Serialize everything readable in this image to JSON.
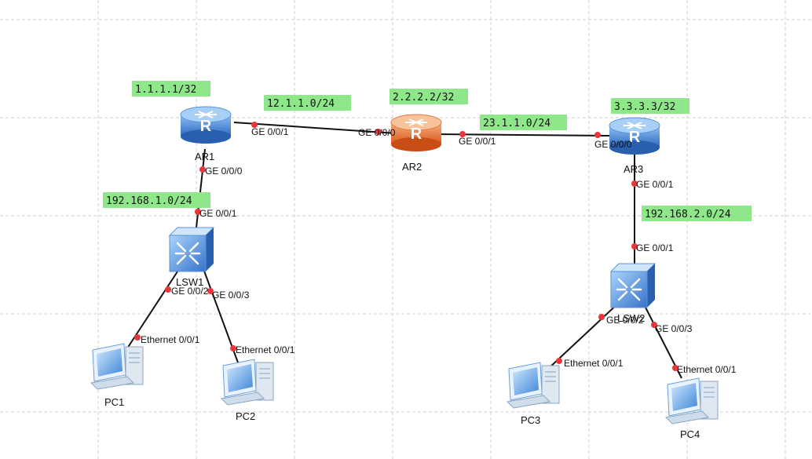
{
  "colors": {
    "grid": "#cfcfcf",
    "link": "#111111",
    "port_dot": "#e8363a",
    "label_bg": "#8ee88a",
    "router_blue": "#3a78cf",
    "router_orange": "#e8702c",
    "switch_blue": "#3a78cf",
    "pc_blue": "#4b8fd8"
  },
  "devices": {
    "ar1": {
      "label": "AR1",
      "type": "router",
      "variant": "blue"
    },
    "ar2": {
      "label": "AR2",
      "type": "router",
      "variant": "orange"
    },
    "ar3": {
      "label": "AR3",
      "type": "router",
      "variant": "blue"
    },
    "lsw1": {
      "label": "LSW1",
      "type": "switch"
    },
    "lsw2": {
      "label": "LSW2",
      "type": "switch"
    },
    "pc1": {
      "label": "PC1",
      "type": "pc"
    },
    "pc2": {
      "label": "PC2",
      "type": "pc"
    },
    "pc3": {
      "label": "PC3",
      "type": "pc"
    },
    "pc4": {
      "label": "PC4",
      "type": "pc"
    }
  },
  "network_labels": {
    "ar1_loopback": "1.1.1.1/32",
    "ar2_loopback": "2.2.2.2/32",
    "ar3_loopback": "3.3.3.3/32",
    "net_ar1_ar2": "12.1.1.0/24",
    "net_ar2_ar3": "23.1.1.0/24",
    "net_lan1": "192.168.1.0/24",
    "net_lan2": "192.168.2.0/24"
  },
  "ports": {
    "ar1_ge001": "GE 0/0/1",
    "ar2_ge000": "GE 0/0/0",
    "ar2_ge001": "GE 0/0/1",
    "ar3_ge000": "GE 0/0/0",
    "ar1_ge000": "GE 0/0/0",
    "lsw1_ge001": "GE 0/0/1",
    "lsw1_ge002": "GE 0/0/2",
    "lsw1_ge003": "GE 0/0/3",
    "pc1_eth": "Ethernet 0/0/1",
    "pc2_eth": "Ethernet 0/0/1",
    "ar3_ge001": "GE 0/0/1",
    "lsw2_ge001": "GE 0/0/1",
    "lsw2_ge002": "GE 0/0/2",
    "lsw2_ge003": "GE 0/0/3",
    "pc3_eth": "Ethernet 0/0/1",
    "pc4_eth": "Ethernet 0/0/1"
  },
  "links": [
    {
      "from": "AR1",
      "to": "AR2"
    },
    {
      "from": "AR2",
      "to": "AR3"
    },
    {
      "from": "AR1",
      "to": "LSW1"
    },
    {
      "from": "LSW1",
      "to": "PC1"
    },
    {
      "from": "LSW1",
      "to": "PC2"
    },
    {
      "from": "AR3",
      "to": "LSW2"
    },
    {
      "from": "LSW2",
      "to": "PC3"
    },
    {
      "from": "LSW2",
      "to": "PC4"
    }
  ]
}
